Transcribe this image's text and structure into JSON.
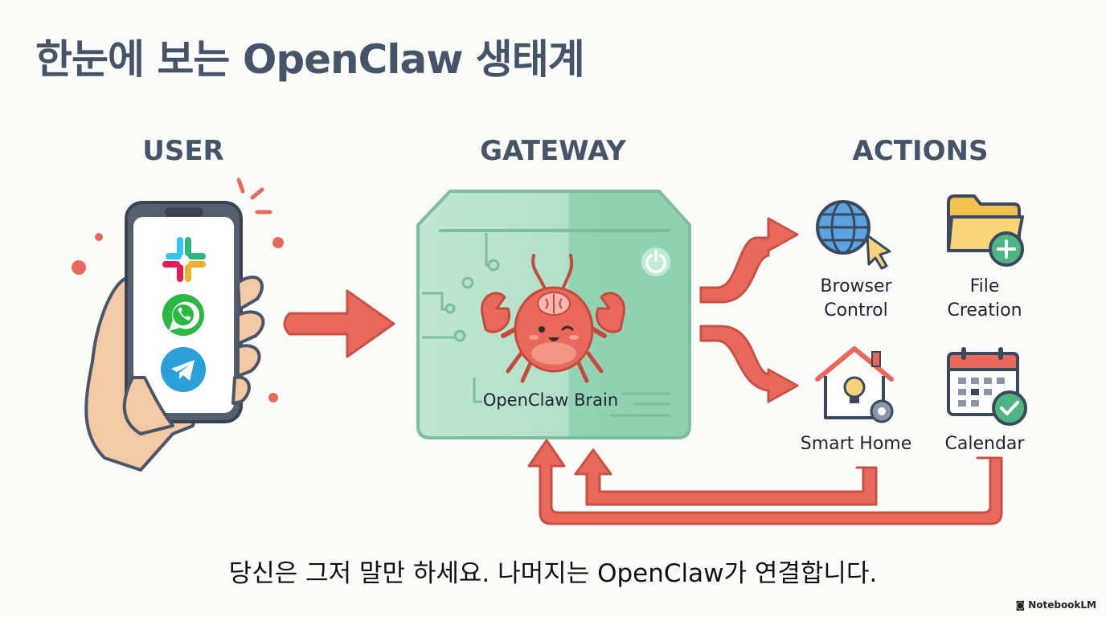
{
  "title": "한눈에 보는 OpenClaw 생태계",
  "sections": {
    "user": "USER",
    "gateway": "GATEWAY",
    "actions": "ACTIONS"
  },
  "gateway": {
    "label": "OpenClaw Brain"
  },
  "actions": [
    {
      "label": "Browser\nControl",
      "icon": "globe-cursor-icon"
    },
    {
      "label": "File\nCreation",
      "icon": "folder-plus-icon"
    },
    {
      "label": "Smart Home",
      "icon": "smart-home-icon"
    },
    {
      "label": "Calendar",
      "icon": "calendar-check-icon"
    }
  ],
  "user_apps": [
    "slack-icon",
    "whatsapp-icon",
    "telegram-icon"
  ],
  "caption": "당신은 그저 말만 하세요. 나머지는 OpenClaw가 연결합니다.",
  "branding": "NotebookLM",
  "colors": {
    "arrow": "#e8685c",
    "gateway": "#a9dcc0",
    "heading": "#46546a"
  }
}
